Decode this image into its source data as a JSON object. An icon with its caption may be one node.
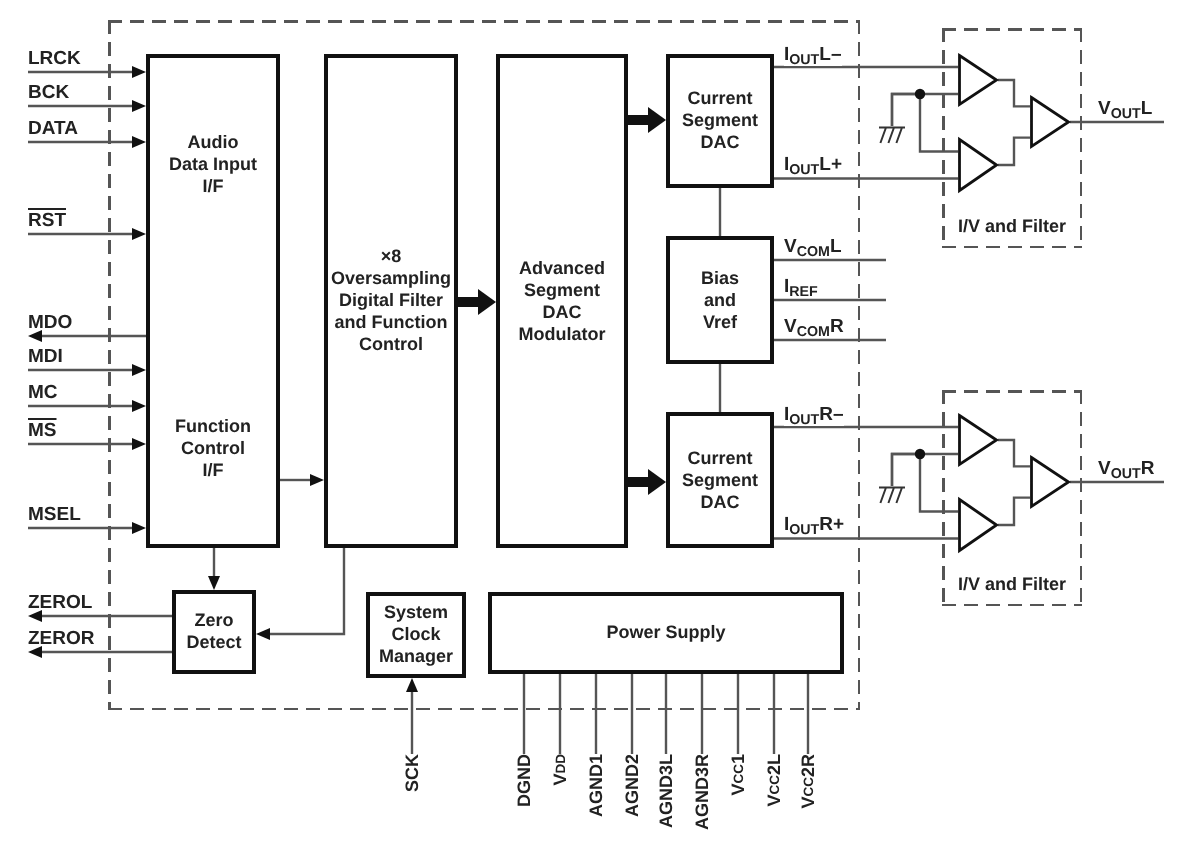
{
  "diagram": {
    "nodes": [
      {
        "text": [
          "LRCK"
        ]
      },
      {
        "text": [
          "BCK"
        ]
      },
      {
        "text": [
          "DATA"
        ]
      },
      {
        "text": [
          "RST"
        ]
      },
      {
        "text": [
          "MDO"
        ]
      },
      {
        "text": [
          "MDI"
        ]
      },
      {
        "text": [
          "MC"
        ]
      },
      {
        "text": [
          "MS"
        ]
      },
      {
        "text": [
          "MSEL"
        ]
      },
      {
        "text": [
          "ZEROL"
        ]
      },
      {
        "text": [
          "ZEROR"
        ]
      },
      {
        "text": [],
        "shape": "box"
      },
      {
        "text": [
          "Audio Data Input I/F",
          "Function Control I/F"
        ],
        "in": 11
      },
      {
        "text": [
          "×8 Oversampling Digital Filter and Function Control"
        ],
        "in": 11
      },
      {
        "text": [
          "Advanced Segment DAC Modulator"
        ],
        "in": 11
      },
      {
        "text": [
          "Current Segment DAC"
        ],
        "in": 11
      },
      {
        "text": [
          "Bias and Vref"
        ],
        "in": 11
      },
      {
        "text": [
          "Current Segment DAC"
        ],
        "in": 11
      },
      {
        "text": [
          "Zero Detect"
        ],
        "in": 11
      },
      {
        "text": [
          "System Clock Manager"
        ],
        "in": 11
      },
      {
        "text": [
          "Power Supply"
        ],
        "in": 11
      },
      {
        "text": [
          "I/V and Filter"
        ]
      },
      {
        "text": [],
        "shape": "triangle",
        "in": 21
      },
      {
        "text": [],
        "shape": "triangle",
        "in": 21
      },
      {
        "text": [],
        "shape": "triangle",
        "in": 21
      },
      {
        "text": [],
        "shape": "ground"
      },
      {
        "text": [
          "I/V and Filter"
        ]
      },
      {
        "text": [],
        "shape": "triangle",
        "in": 26
      },
      {
        "text": [],
        "shape": "triangle",
        "in": 26
      },
      {
        "text": [],
        "shape": "triangle",
        "in": 26
      },
      {
        "text": [],
        "shape": "ground"
      },
      {
        "text": [
          "SCK"
        ]
      },
      {
        "text": [
          "DGND"
        ]
      },
      {
        "text": [
          "V$_{DD}$"
        ]
      },
      {
        "text": [
          "AGND1"
        ]
      },
      {
        "text": [
          "AGND2"
        ]
      },
      {
        "text": [
          "AGND3L"
        ]
      },
      {
        "text": [
          "AGND3R"
        ]
      },
      {
        "text": [
          "V$_{CC}$1"
        ]
      },
      {
        "text": [
          "V$_{CC}$2L"
        ]
      },
      {
        "text": [
          "V$_{CC}$2R"
        ]
      }
    ],
    "edges": [
      {
        "from": 0,
        "to": 12,
        "arrow": "to"
      },
      {
        "from": 1,
        "to": 12,
        "arrow": "to"
      },
      {
        "from": 2,
        "to": 12,
        "arrow": "to"
      },
      {
        "from": 3,
        "to": 12,
        "arrow": "to"
      },
      {
        "from": 12,
        "to": 4,
        "arrow": "to"
      },
      {
        "from": 5,
        "to": 12,
        "arrow": "to"
      },
      {
        "from": 6,
        "to": 12,
        "arrow": "to"
      },
      {
        "from": 7,
        "to": 12,
        "arrow": "to"
      },
      {
        "from": 8,
        "to": 12,
        "arrow": "to"
      },
      {
        "from": 12,
        "to": 13,
        "arrow": "to"
      },
      {
        "from": 12,
        "to": 18,
        "arrow": "to"
      },
      {
        "from": 13,
        "to": 18,
        "arrow": "to"
      },
      {
        "from": 18,
        "to": 9,
        "arrow": "to"
      },
      {
        "from": 18,
        "to": 10,
        "arrow": "to"
      },
      {
        "from": 13,
        "to": 14,
        "arrow": "to",
        "style": "thick"
      },
      {
        "from": 14,
        "to": 15,
        "arrow": "to",
        "style": "thick"
      },
      {
        "from": 14,
        "to": 17,
        "arrow": "to",
        "style": "thick"
      },
      {
        "from": 15,
        "to": 16,
        "arrow": "none"
      },
      {
        "from": 16,
        "to": 17,
        "arrow": "none"
      },
      {
        "from": 15,
        "to": 22,
        "arrow": "none",
        "label": "I$_{OUT}$L–"
      },
      {
        "from": 15,
        "to": 23,
        "arrow": "none",
        "label": "I$_{OUT}$L+"
      },
      {
        "from": 16,
        "to": null,
        "arrow": "none",
        "label": "V$_{COM}$L"
      },
      {
        "from": 16,
        "to": null,
        "arrow": "none",
        "label": "I$_{REF}$"
      },
      {
        "from": 16,
        "to": null,
        "arrow": "none",
        "label": "V$_{COM}$R"
      },
      {
        "from": 17,
        "to": 27,
        "arrow": "none",
        "label": "I$_{OUT}$R–"
      },
      {
        "from": 17,
        "to": 28,
        "arrow": "none",
        "label": "I$_{OUT}$R+"
      },
      {
        "from": 22,
        "to": 24,
        "arrow": "none"
      },
      {
        "from": 23,
        "to": 24,
        "arrow": "none"
      },
      {
        "from": 24,
        "to": null,
        "arrow": "none",
        "label": "V$_{OUT}$L"
      },
      {
        "from": 25,
        "to": 22,
        "arrow": "none"
      },
      {
        "from": 25,
        "to": 23,
        "arrow": "none"
      },
      {
        "from": 27,
        "to": 29,
        "arrow": "none"
      },
      {
        "from": 28,
        "to": 29,
        "arrow": "none"
      },
      {
        "from": 29,
        "to": null,
        "arrow": "none",
        "label": "V$_{OUT}$R"
      },
      {
        "from": 30,
        "to": 27,
        "arrow": "none"
      },
      {
        "from": 30,
        "to": 28,
        "arrow": "none"
      },
      {
        "from": 31,
        "to": 19,
        "arrow": "to"
      },
      {
        "from": 20,
        "to": 32,
        "arrow": "none"
      },
      {
        "from": 20,
        "to": 33,
        "arrow": "none"
      },
      {
        "from": 20,
        "to": 34,
        "arrow": "none"
      },
      {
        "from": 20,
        "to": 35,
        "arrow": "none"
      },
      {
        "from": 20,
        "to": 36,
        "arrow": "none"
      },
      {
        "from": 20,
        "to": 37,
        "arrow": "none"
      },
      {
        "from": 20,
        "to": 38,
        "arrow": "none"
      },
      {
        "from": 20,
        "to": 39,
        "arrow": "none"
      },
      {
        "from": 20,
        "to": 40,
        "arrow": "none"
      }
    ]
  }
}
